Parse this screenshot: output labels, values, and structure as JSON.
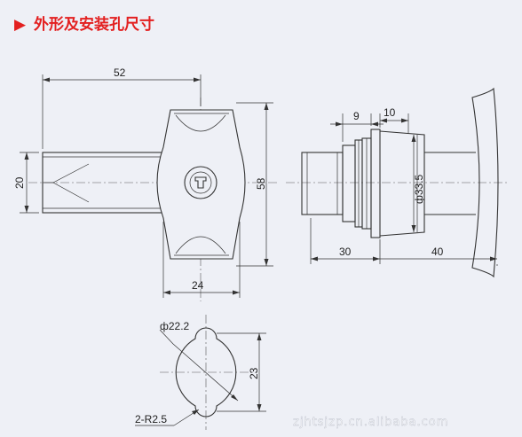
{
  "heading": {
    "marker": "▶",
    "text": "外形及安装孔尺寸"
  },
  "dimensions": {
    "overall_length": "52",
    "shaft_diameter": "20",
    "body_height": "58",
    "body_width": "24",
    "side_left": "9",
    "side_right": "10",
    "flange_diameter": "ф33.5",
    "side_base_left": "30",
    "side_base_right": "40",
    "cutout_diameter": "ф22.2",
    "cutout_flat": "23",
    "cutout_radius": "2-R2.5"
  },
  "watermark": {
    "text": "zjhtsjzp.cn.alibaba.com"
  },
  "colors": {
    "background": "#eef0f6",
    "heading": "#e32020",
    "line": "#333333"
  }
}
